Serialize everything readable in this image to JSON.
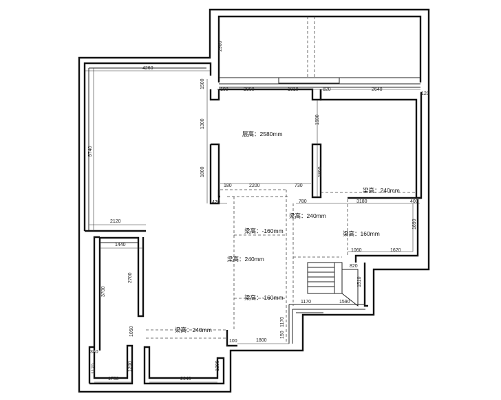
{
  "room_labels": {
    "ceiling_height": "层高：2580mm"
  },
  "beam_labels": {
    "beam_240_right": "梁高：240mm",
    "beam_240_center": "梁高：240mm",
    "beam_160_top": "梁高：-160mm",
    "beam_160_right": "梁高：160mm",
    "beam_240_left": "梁高：240mm",
    "beam_160_bottom": "梁高：-160mm",
    "beam_240_bottom": "梁高：240mm"
  },
  "dimensions": {
    "d4260": "4260",
    "d2960": "2960",
    "d1500": "1500",
    "d100": "100",
    "d2000": "2000",
    "d1010": "1010",
    "d820": "820",
    "d2640_top": "2640",
    "d120": "120",
    "d5740": "5740",
    "d1300": "1300",
    "d1590": "1590",
    "d1800_left": "1800",
    "d1800_right": "1800",
    "d180": "180",
    "d2200": "2200",
    "d730": "730",
    "d420": "420",
    "d780": "780",
    "d3180": "3180",
    "d400": "400",
    "d2120": "2120",
    "d1440": "1440",
    "d1890": "1890",
    "d1060": "1060",
    "d1620": "1620",
    "d2700": "2700",
    "d3700": "3700",
    "d820_stair": "820",
    "d1510": "1510",
    "d1170_stair": "1170",
    "d1590_stair": "1590",
    "d1170_vert": "1170",
    "d150": "150",
    "d1050": "1050",
    "d100_b": "100",
    "d1800_bottom": "1800",
    "d360": "360",
    "d1170_left": "1170",
    "d1200_left": "1200",
    "d1200_right": "1200",
    "d1750": "1750",
    "d2640_bottom": "2640"
  }
}
